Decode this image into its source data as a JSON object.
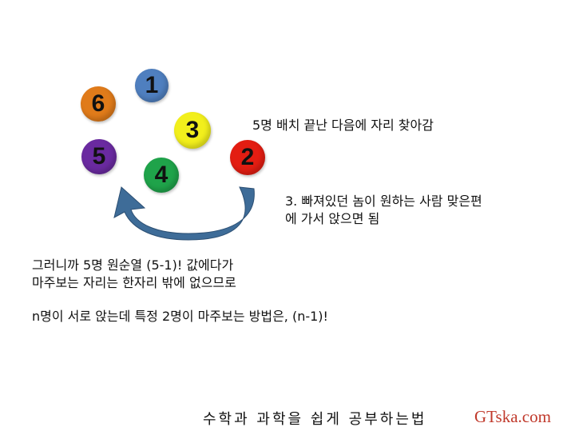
{
  "circles": [
    {
      "label": "1",
      "color": "#4f7fbf"
    },
    {
      "label": "6",
      "color": "#e07b1a"
    },
    {
      "label": "3",
      "color": "#f2ef1c"
    },
    {
      "label": "2",
      "color": "#e31d12"
    },
    {
      "label": "5",
      "color": "#6a2aa0"
    },
    {
      "label": "4",
      "color": "#1fa34a"
    }
  ],
  "arrow_color": "#3e6c98",
  "text": {
    "note_top": "5명 배치 끝난 다음에 자리 찾아감",
    "note_step_line1": "3. 빠져있던 놈이 원하는 사람 맞은편",
    "note_step_line2": "에 가서 앉으면 됨",
    "body_line1": "그러니까 5명 원순열 (5-1)! 값에다가",
    "body_line2": "마주보는 자리는 한자리 밖에 없으므로",
    "body_line3": "n명이 서로 앉는데 특정 2명이 마주보는 방법은, (n-1)!"
  },
  "footer": {
    "slogan": "수학과 과학을 쉽게 공부하는법",
    "site": "GTska.com"
  }
}
